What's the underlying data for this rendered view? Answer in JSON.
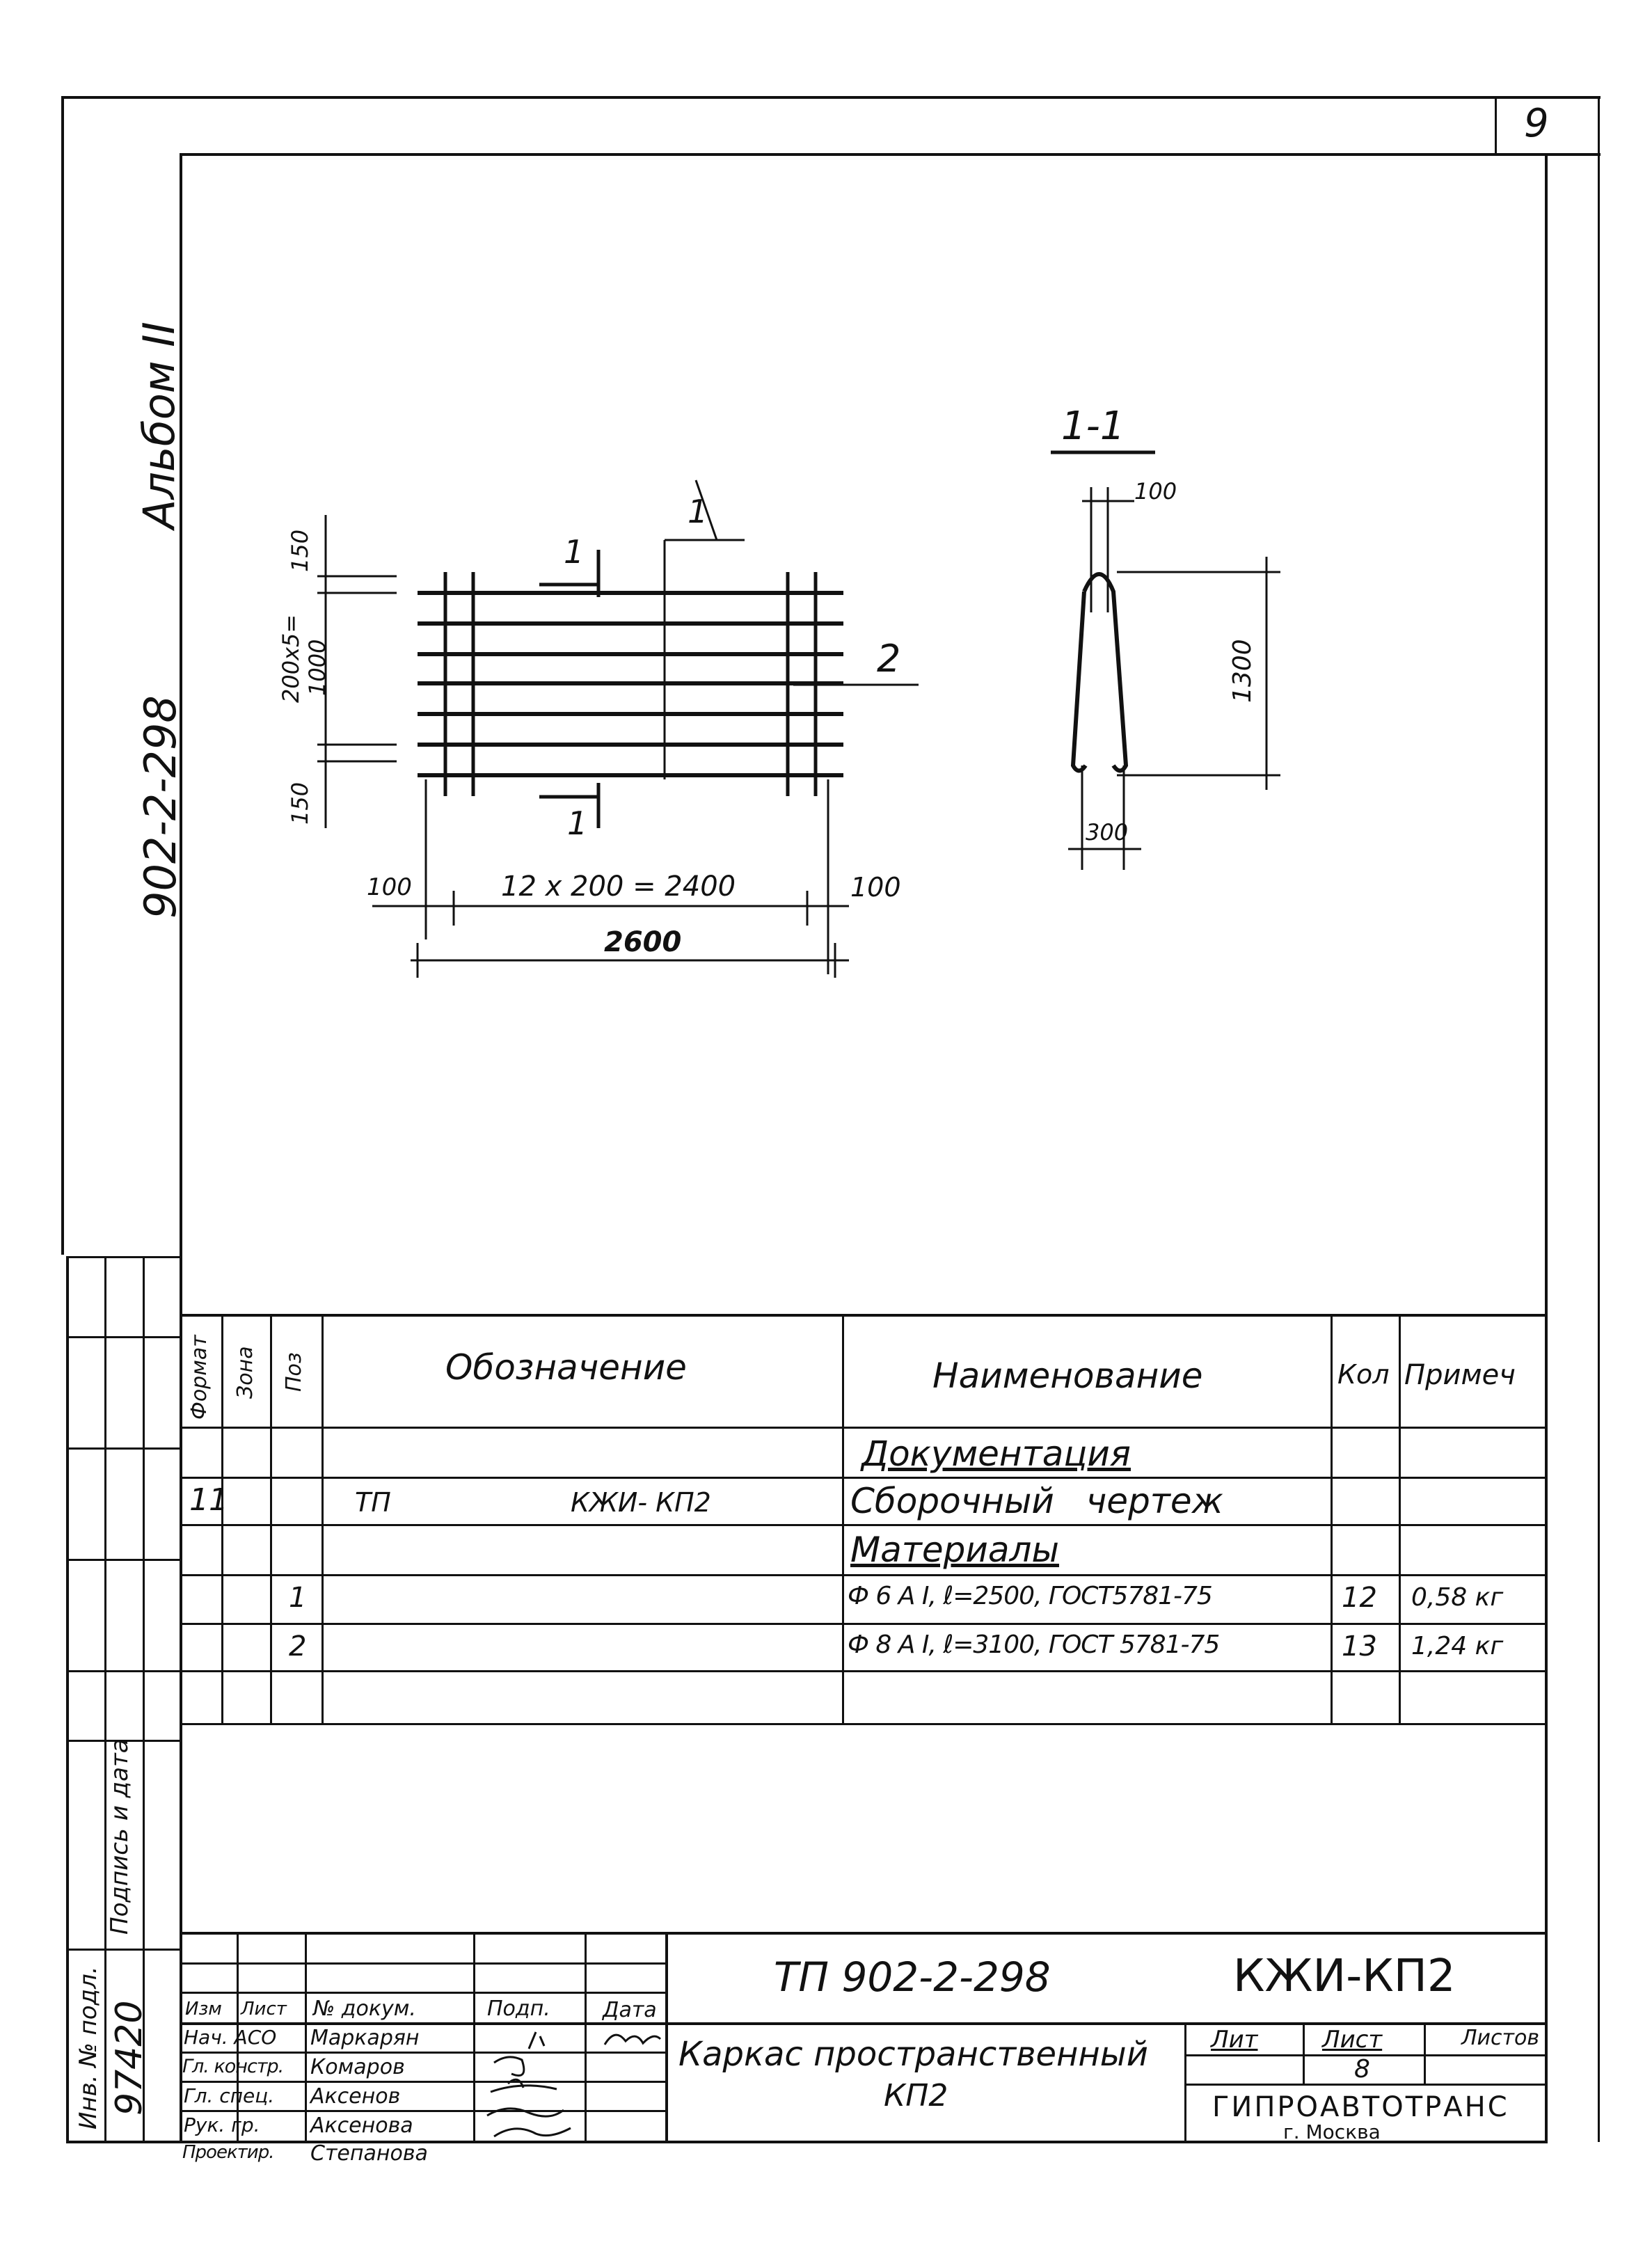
{
  "sheet_number": "9",
  "side_album": "Альбом II",
  "side_code": "902-2-298",
  "drawing": {
    "section_label": "1-1",
    "cut_label": "1",
    "pos2_label": "2",
    "dim_top_150": "150",
    "dim_mid_a": "200х5=",
    "dim_mid_b": "1000",
    "dim_bot_150": "150",
    "dim_left_100": "100",
    "dim_span": "12 х 200 = 2400",
    "dim_right_100": "100",
    "dim_total": "2600",
    "sec_dim_100": "100",
    "sec_dim_1300": "1300",
    "sec_dim_300": "300"
  },
  "spec": {
    "headers": {
      "format": "Формат",
      "zone": "Зона",
      "pos": "Поз",
      "designation": "Обозначение",
      "name": "Наименование",
      "qty": "Кол",
      "note": "Примеч"
    },
    "rows": [
      {
        "format": "",
        "zone": "",
        "pos": "",
        "designation_a": "",
        "designation_b": "",
        "name": "Документация",
        "qty": "",
        "note": ""
      },
      {
        "format": "11",
        "zone": "",
        "pos": "",
        "designation_a": "ТП",
        "designation_b": "КЖИ- КП2",
        "name": "Сборочный чертеж",
        "qty": "",
        "note": ""
      },
      {
        "format": "",
        "zone": "",
        "pos": "",
        "designation_a": "",
        "designation_b": "",
        "name": "Материалы",
        "qty": "",
        "note": ""
      },
      {
        "format": "",
        "zone": "",
        "pos": "1",
        "designation_a": "",
        "designation_b": "",
        "name": "Ф 6 А I, ℓ=2500, ГОСТ5781-75",
        "qty": "12",
        "note": "0,58 кг"
      },
      {
        "format": "",
        "zone": "",
        "pos": "2",
        "designation_a": "",
        "designation_b": "",
        "name": "Ф 8 А I, ℓ=3100, ГОСТ 5781-75",
        "qty": "13",
        "note": "1,24 кг"
      }
    ]
  },
  "left_stamp": {
    "inv_label": "Инв. № подл.",
    "inv_value": "97420",
    "sign_label": "Подпись и дата"
  },
  "title_block": {
    "doc_code_a": "ТП  902-2-298",
    "doc_code_b": "КЖИ-КП2",
    "col_izm": "Изм",
    "col_list": "Лист",
    "col_doc": "№ докум.",
    "col_sign": "Подп.",
    "col_date": "Дата",
    "staff": [
      {
        "role": "Нач. АСО",
        "name": "Маркарян"
      },
      {
        "role": "Гл. констр.",
        "name": "Комаров"
      },
      {
        "role": "Гл. спец.",
        "name": "Аксенов"
      },
      {
        "role": "Рук. гр.",
        "name": "Аксенова"
      },
      {
        "role": "Проектир.",
        "name": "Степанова"
      }
    ],
    "title_a": "Каркас пространственный",
    "title_b": "КП2",
    "lit_label": "Лит",
    "sheet_label": "Лист",
    "sheets_label": "Листов",
    "sheet_value": "8",
    "org_name": "ГИПРОАВТОТРАНС",
    "org_city": "г. Москва"
  }
}
